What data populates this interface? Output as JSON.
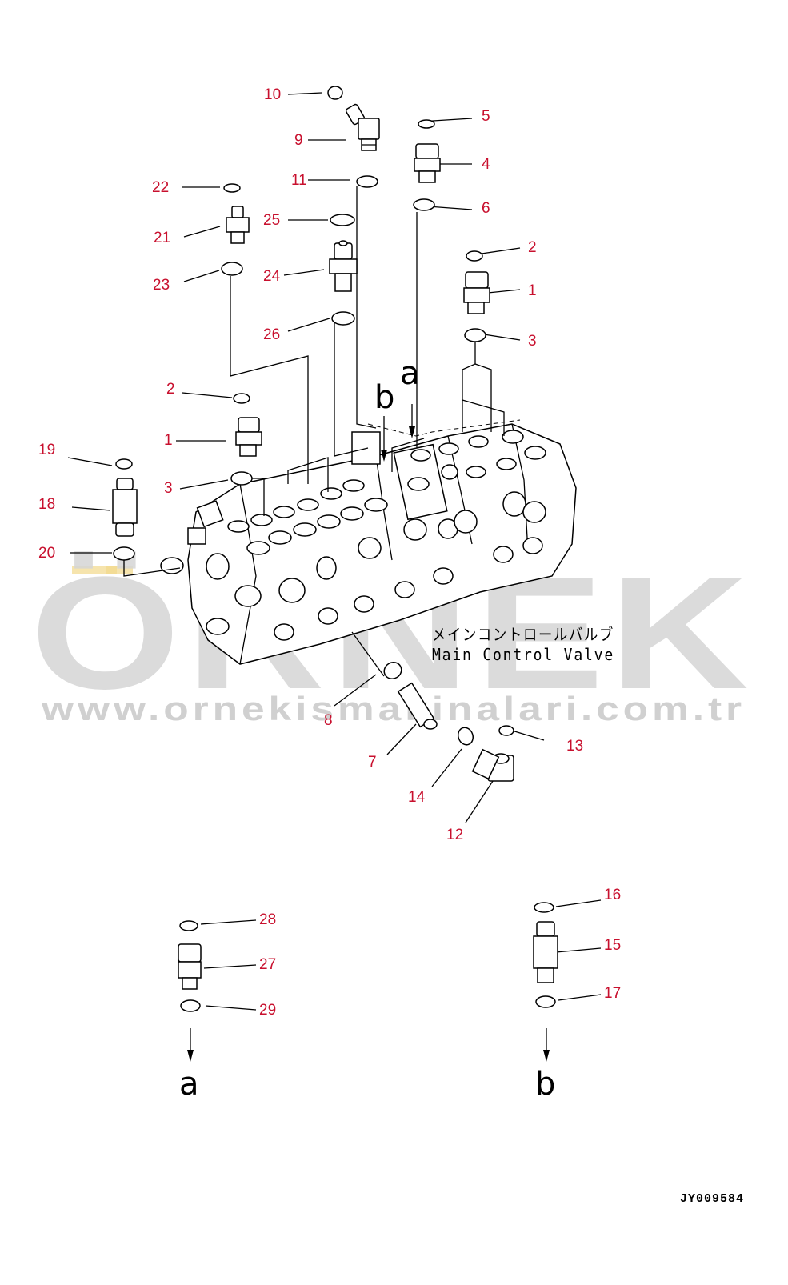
{
  "diagram": {
    "callouts": [
      {
        "id": "10",
        "text": "10"
      },
      {
        "id": "9",
        "text": "9"
      },
      {
        "id": "5",
        "text": "5"
      },
      {
        "id": "4",
        "text": "4"
      },
      {
        "id": "22",
        "text": "22"
      },
      {
        "id": "11",
        "text": "11"
      },
      {
        "id": "6",
        "text": "6"
      },
      {
        "id": "25",
        "text": "25"
      },
      {
        "id": "21",
        "text": "21"
      },
      {
        "id": "2a",
        "text": "2"
      },
      {
        "id": "1a",
        "text": "1"
      },
      {
        "id": "24",
        "text": "24"
      },
      {
        "id": "23",
        "text": "23"
      },
      {
        "id": "3a",
        "text": "3"
      },
      {
        "id": "26",
        "text": "26"
      },
      {
        "id": "2b",
        "text": "2"
      },
      {
        "id": "19",
        "text": "19"
      },
      {
        "id": "1b",
        "text": "1"
      },
      {
        "id": "3b",
        "text": "3"
      },
      {
        "id": "18",
        "text": "18"
      },
      {
        "id": "20",
        "text": "20"
      },
      {
        "id": "8",
        "text": "8"
      },
      {
        "id": "13",
        "text": "13"
      },
      {
        "id": "7",
        "text": "7"
      },
      {
        "id": "14",
        "text": "14"
      },
      {
        "id": "12",
        "text": "12"
      },
      {
        "id": "16",
        "text": "16"
      },
      {
        "id": "28",
        "text": "28"
      },
      {
        "id": "15",
        "text": "15"
      },
      {
        "id": "27",
        "text": "27"
      },
      {
        "id": "17",
        "text": "17"
      },
      {
        "id": "29",
        "text": "29"
      }
    ],
    "view_letters": {
      "a_top": "a",
      "b_top": "b",
      "a_bottom": "a",
      "b_bottom": "b"
    },
    "caption_jp": "メインコントロールバルブ",
    "caption_en": "Main Control Valve",
    "reference_code": "JY009584"
  },
  "watermark": {
    "brand": "ÖRNEK",
    "url": "www.ornekismakinalari.com.tr"
  }
}
